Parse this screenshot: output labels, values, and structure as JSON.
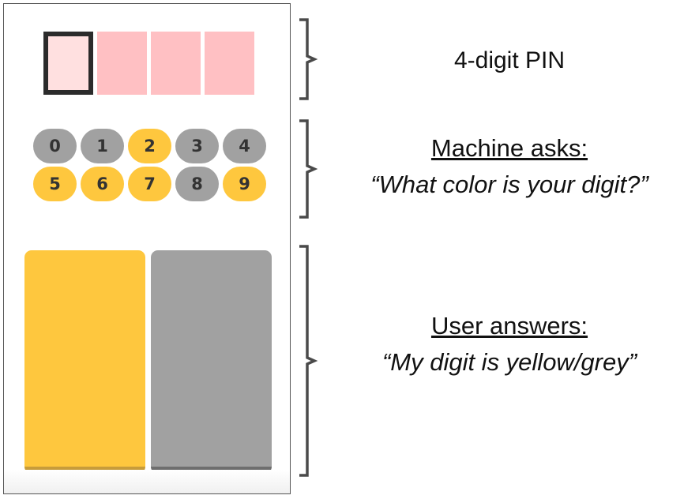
{
  "pin": {
    "length": 4,
    "active_index": 0
  },
  "digits": [
    {
      "label": "0",
      "color": "grey"
    },
    {
      "label": "1",
      "color": "grey"
    },
    {
      "label": "2",
      "color": "yellow"
    },
    {
      "label": "3",
      "color": "grey"
    },
    {
      "label": "4",
      "color": "grey"
    },
    {
      "label": "5",
      "color": "yellow"
    },
    {
      "label": "6",
      "color": "yellow"
    },
    {
      "label": "7",
      "color": "yellow"
    },
    {
      "label": "8",
      "color": "grey"
    },
    {
      "label": "9",
      "color": "yellow"
    }
  ],
  "colors": {
    "yellow": "#fec73e",
    "grey": "#a1a1a1",
    "pin_empty": "#ffc0c3",
    "pin_active_fill": "#ffe0e0",
    "pin_active_border": "#2b2b2b"
  },
  "captions": {
    "pin": "4-digit PIN",
    "machine_heading": "Machine asks:",
    "machine_quote": "“What color is your digit?”",
    "user_heading": "User answers:",
    "user_quote": "“My digit is yellow/grey”"
  }
}
